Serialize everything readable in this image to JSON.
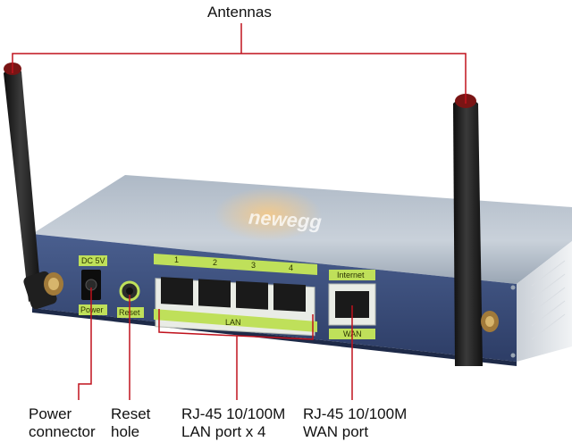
{
  "callouts": {
    "antennas": "Antennas",
    "power": [
      "Power",
      "connector"
    ],
    "reset": [
      "Reset",
      "hole"
    ],
    "lan": [
      "RJ-45 10/100M",
      "LAN port x 4"
    ],
    "wan": [
      "RJ-45 10/100M",
      "WAN port"
    ]
  },
  "panel": {
    "dc": "DC 5V",
    "power": "Power",
    "reset": "Reset",
    "lan_numbers": [
      "1",
      "2",
      "3",
      "4"
    ],
    "lan": "LAN",
    "internet": "Internet",
    "wan": "WAN"
  },
  "watermark": "newegg",
  "colors": {
    "leader_line": "#c0121d",
    "label_green": "#bfe05a",
    "panel_blue": "#3a4e7d",
    "chassis_top": "#b9c3cf",
    "antenna": "#1b1b1b"
  }
}
